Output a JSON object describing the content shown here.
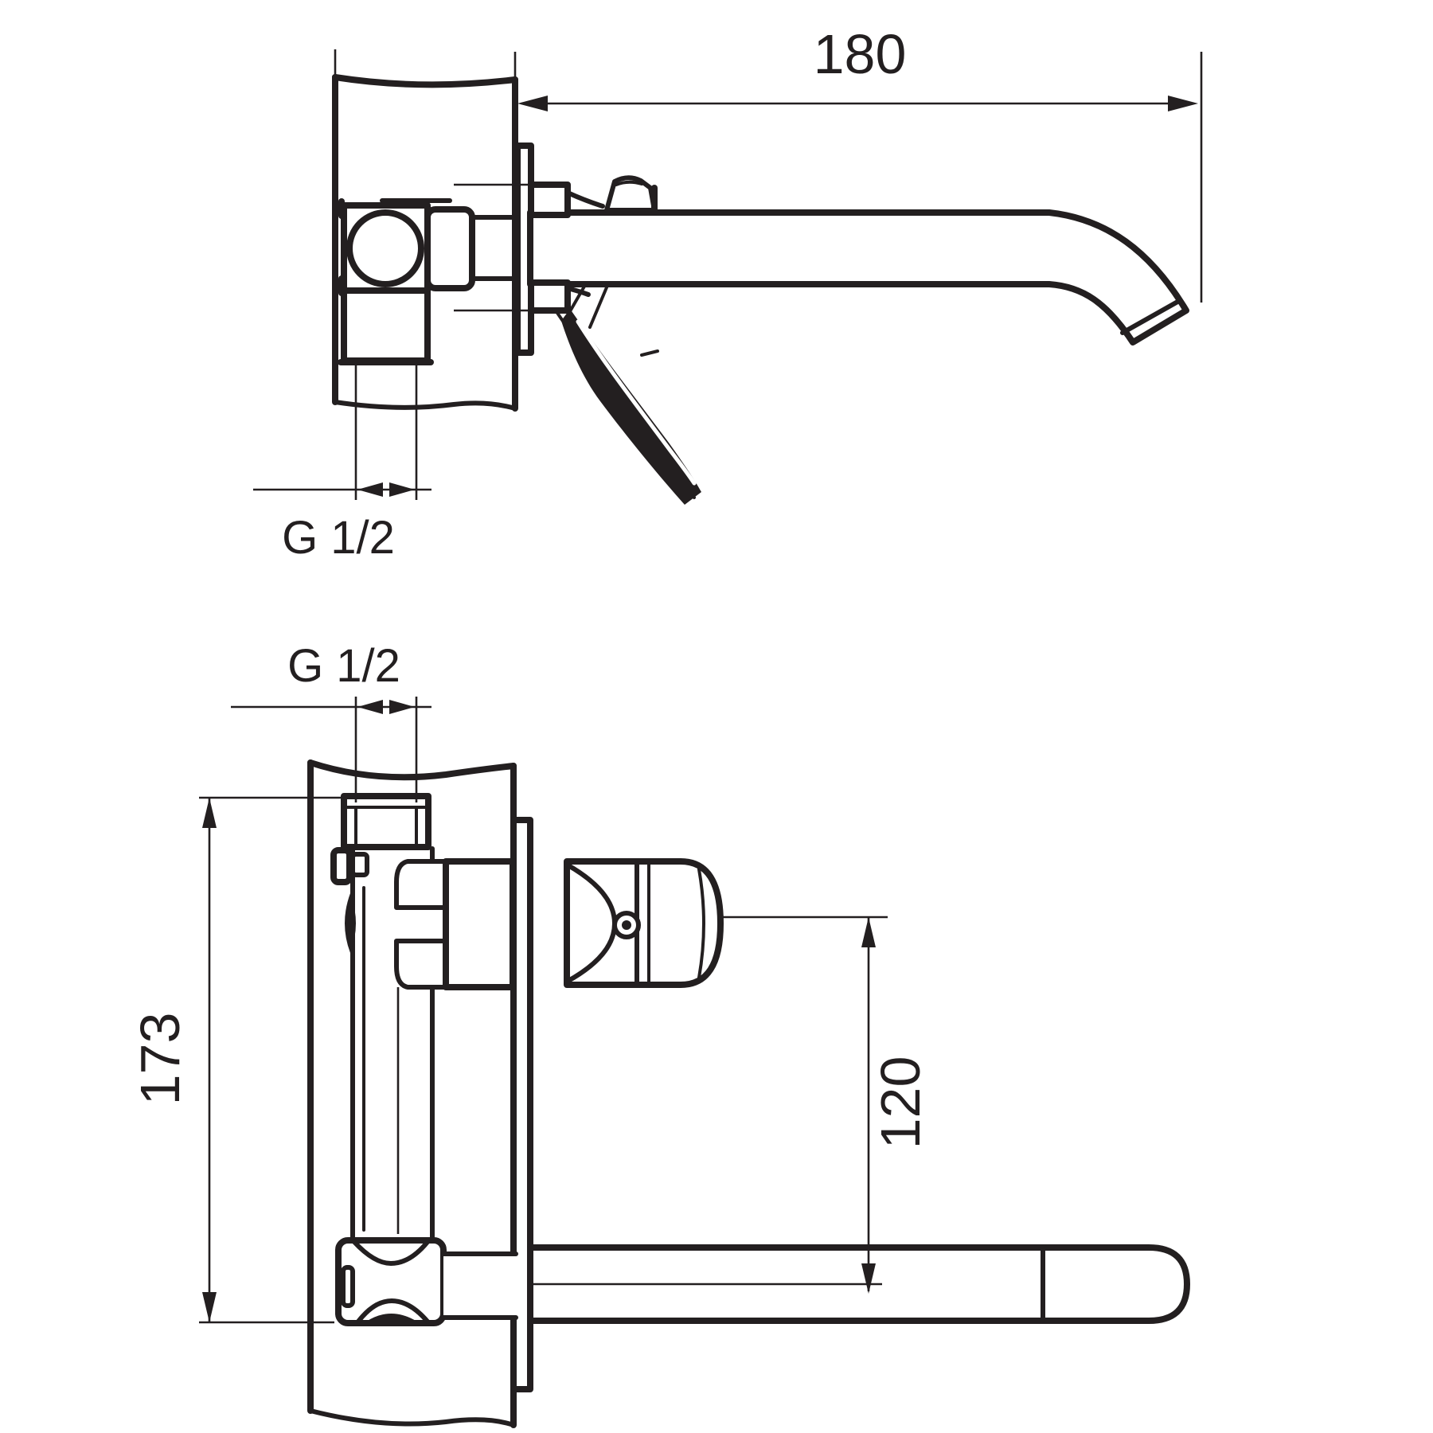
{
  "drawing": {
    "subject": "wall-mounted single-lever basin mixer technical drawing",
    "background_color": "#ffffff",
    "line_color": "#231f20",
    "views": {
      "side_elevation": {
        "dimensions": {
          "spout_reach": "180",
          "inlet_thread": "G 1/2"
        }
      },
      "plan_view": {
        "dimensions": {
          "inlet_thread": "G 1/2",
          "body_height": "173",
          "spout_axis_offset": "120"
        }
      }
    }
  },
  "labels": {
    "dim_180": "180",
    "dim_g12_side": "G 1/2",
    "dim_g12_plan": "G 1/2",
    "dim_173": "173",
    "dim_120": "120"
  }
}
